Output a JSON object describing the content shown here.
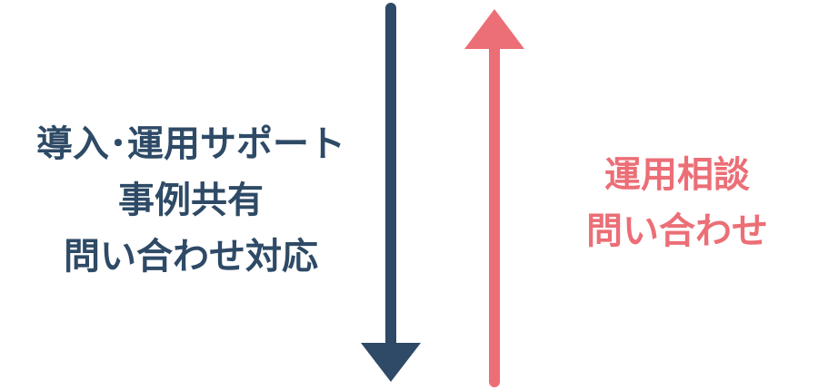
{
  "colors": {
    "left": "#2e4a66",
    "right": "#ec6e76"
  },
  "left": {
    "lines": [
      "導入･運用サポート",
      "事例共有",
      "問い合わせ対応"
    ]
  },
  "right": {
    "lines": [
      "運用相談",
      "問い合わせ"
    ]
  }
}
